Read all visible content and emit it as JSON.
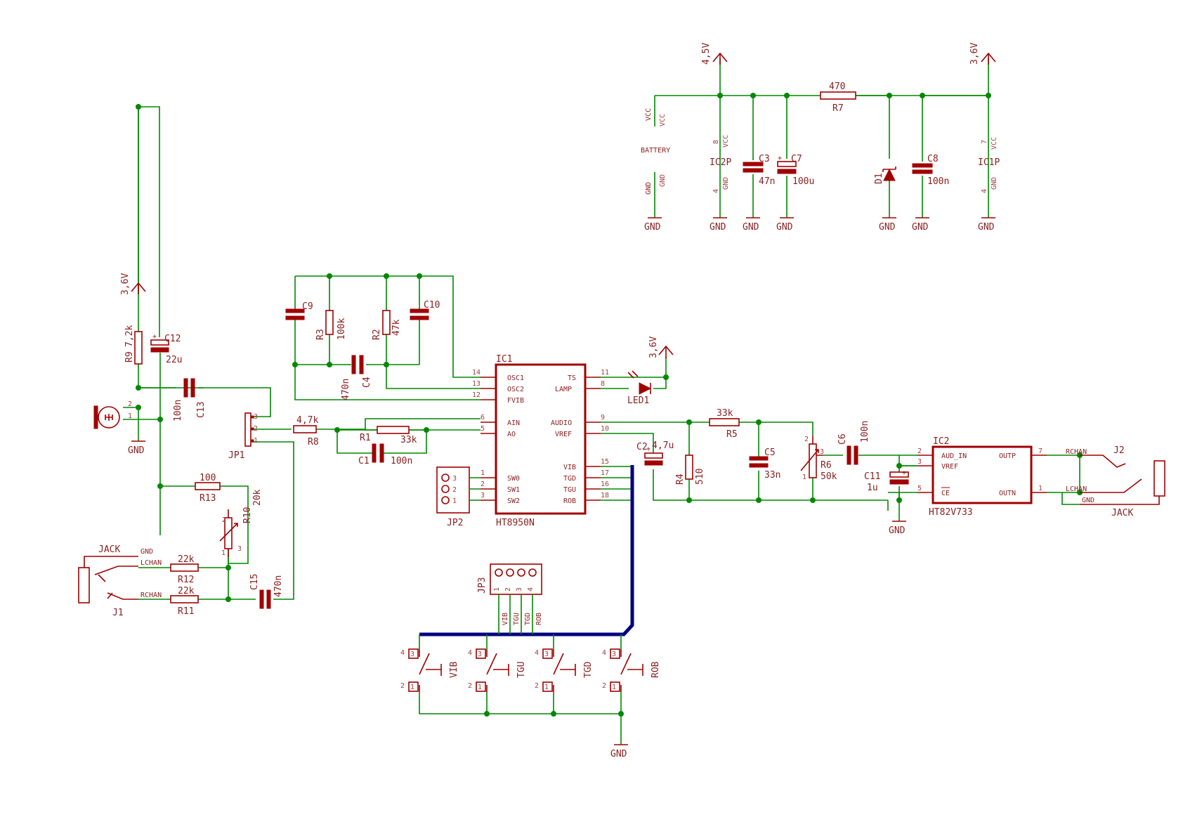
{
  "power_labels": [
    "4,5V",
    "3,6V",
    "VCC",
    "VCC",
    "GND",
    "GND",
    "BATTERY"
  ],
  "pins": [
    "8",
    "4",
    "7",
    "4",
    "2",
    "1",
    "3",
    "1",
    "2",
    "3",
    "1",
    "2",
    "3",
    "4",
    "5",
    "6",
    "7",
    "8",
    "9",
    "10",
    "11",
    "12",
    "13",
    "14",
    "15",
    "16",
    "17",
    "18"
  ],
  "signals": [
    "LCHAN",
    "RCHAN",
    "VIB",
    "TGU",
    "TGD",
    "ROB"
  ],
  "parts": {
    "ic2p": "IC2P",
    "ic1p": "IC1P",
    "r7": "R7",
    "r7_val": "470",
    "c3": "C3",
    "c3_val": "47n",
    "c7": "C7",
    "c7_val": "100u",
    "d1": "D1",
    "c8": "C8",
    "c8_val": "100n",
    "c9": "C9",
    "c10": "C10",
    "r3": "R3",
    "r3_val": "100k",
    "r2": "R2",
    "r2_val": "47k",
    "c4": "C4",
    "c4_val": "470n",
    "r9": "R9",
    "r9_val": "7,2k",
    "c12": "C12",
    "c12_val": "22u",
    "c13": "C13",
    "c13_val": "100n",
    "jp1": "JP1",
    "r8": "R8",
    "r8_val": "4,7k",
    "r1": "R1",
    "r1_val": "33k",
    "c1": "C1",
    "c1_val": "100n",
    "ic1": "IC1",
    "ic1_val": "HT8950N",
    "led1": "LED1",
    "jp2": "JP2",
    "r13": "R13",
    "r13_val": "100",
    "r10": "R10",
    "r10_val": "20k",
    "jack": "JACK",
    "r12": "R12",
    "r12_val": "22k",
    "r11": "R11",
    "r11_val": "22k",
    "j1": "J1",
    "c15": "C15",
    "c15_val": "470n",
    "c2": "C2",
    "c2_val": "4,7u",
    "r4": "R4",
    "r4_val": "510",
    "r5": "R5",
    "r5_val": "33k",
    "c5": "C5",
    "c5_val": "33n",
    "r6": "R6",
    "r6_val": "50k",
    "c6": "C6",
    "c6_val": "100n",
    "c11": "C11",
    "c11_val": "1u",
    "ic2": "IC2",
    "ic2_val": "HT82V733",
    "j2": "J2",
    "jp3": "JP3"
  },
  "ic1_pins": {
    "left": [
      {
        "num": "14",
        "name": "OSC1"
      },
      {
        "num": "13",
        "name": "OSC2"
      },
      {
        "num": "12",
        "name": "FVIB"
      },
      {
        "num": "6",
        "name": "AIN"
      },
      {
        "num": "5",
        "name": "AO"
      },
      {
        "num": "1",
        "name": "SW0"
      },
      {
        "num": "2",
        "name": "SW1"
      },
      {
        "num": "3",
        "name": "SW2"
      }
    ],
    "right": [
      {
        "num": "11",
        "name": "TS"
      },
      {
        "num": "8",
        "name": "LAMP"
      },
      {
        "num": "9",
        "name": "AUDIO"
      },
      {
        "num": "10",
        "name": "VREF"
      },
      {
        "num": "15",
        "name": "VIB"
      },
      {
        "num": "17",
        "name": "TGD"
      },
      {
        "num": "16",
        "name": "TGU"
      },
      {
        "num": "18",
        "name": "ROB"
      }
    ]
  },
  "ic2_pins": [
    {
      "num": "2",
      "name": "AUD_IN"
    },
    {
      "num": "3",
      "name": "VREF"
    },
    {
      "num": "5",
      "name": "CE"
    },
    {
      "num": "7",
      "name": "OUTP"
    },
    {
      "num": "1",
      "name": "OUTN"
    }
  ],
  "switches": [
    "VIB",
    "TGU",
    "TGD",
    "ROB"
  ]
}
